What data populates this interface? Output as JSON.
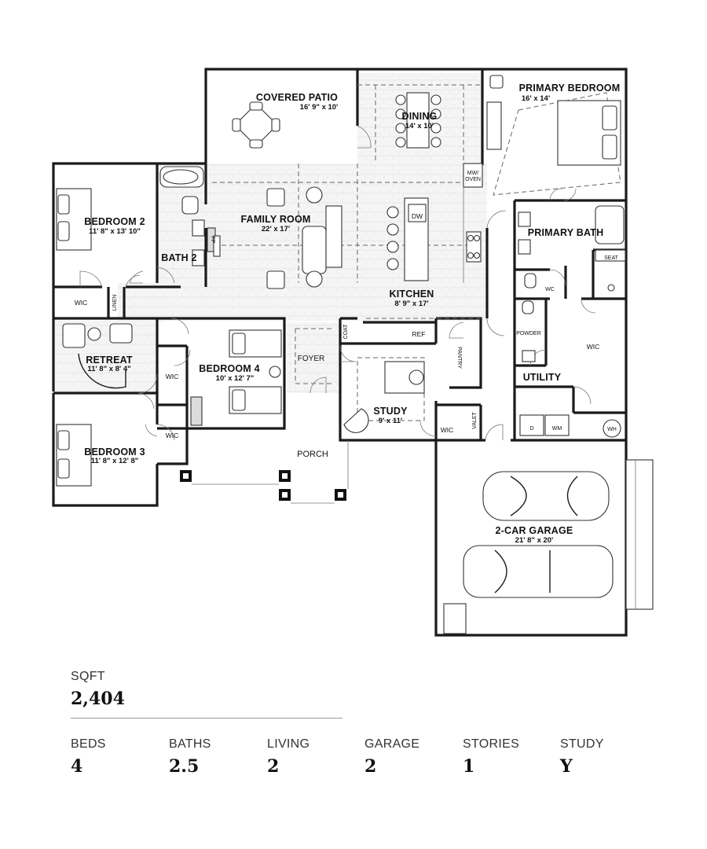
{
  "rooms": {
    "covered_patio": {
      "name": "COVERED PATIO",
      "dim": "16' 9\" x 10'"
    },
    "dining": {
      "name": "DINING",
      "dim": "14' x 10'"
    },
    "primary_bedroom": {
      "name": "PRIMARY BEDROOM",
      "dim": "16' x 14'"
    },
    "bedroom2": {
      "name": "BEDROOM 2",
      "dim": "11' 8\" x 13' 10\""
    },
    "bath2": {
      "name": "BATH 2"
    },
    "family_room": {
      "name": "FAMILY ROOM",
      "dim": "22' x 17'"
    },
    "primary_bath": {
      "name": "PRIMARY BATH"
    },
    "kitchen": {
      "name": "KITCHEN",
      "dim": "8' 9\" x 17'"
    },
    "retreat": {
      "name": "RETREAT",
      "dim": "11' 8\" x 8' 4\""
    },
    "bedroom4": {
      "name": "BEDROOM 4",
      "dim": "10' x 12' 7\""
    },
    "foyer": {
      "name": "FOYER"
    },
    "study": {
      "name": "STUDY",
      "dim": "9' x 11'"
    },
    "utility": {
      "name": "UTILITY"
    },
    "bedroom3": {
      "name": "BEDROOM 3",
      "dim": "11' 8\" x 12' 8\""
    },
    "porch": {
      "name": "PORCH"
    },
    "garage": {
      "name": "2-CAR GARAGE",
      "dim": "21' 8\" x 20'"
    }
  },
  "labels": {
    "mw_oven_1": "MW/",
    "mw_oven_2": "OVEN",
    "dw": "DW",
    "fp": "FP",
    "wic": "WIC",
    "linen": "LINEN",
    "coat": "COAT",
    "ref": "REF",
    "pantry": "PANTRY",
    "powder": "POWDER",
    "wc": "WC",
    "seat": "SEAT",
    "valet": "VALET",
    "d": "D",
    "wm": "WM",
    "wh": "WH"
  },
  "stats": {
    "sqft": {
      "label": "SQFT",
      "value": "2,404"
    },
    "beds": {
      "label": "BEDS",
      "value": "4"
    },
    "baths": {
      "label": "BATHS",
      "value": "2.5"
    },
    "living": {
      "label": "LIVING",
      "value": "2"
    },
    "garage": {
      "label": "GARAGE",
      "value": "2"
    },
    "stories": {
      "label": "STORIES",
      "value": "1"
    },
    "study": {
      "label": "STUDY",
      "value": "Y"
    }
  }
}
